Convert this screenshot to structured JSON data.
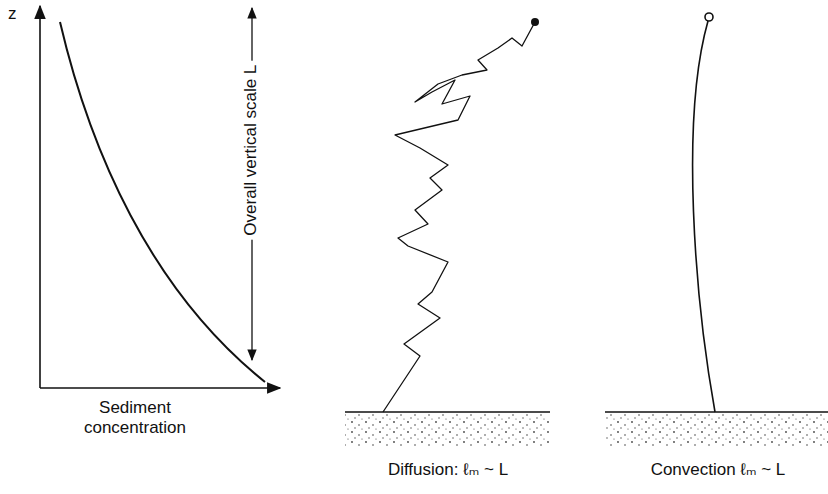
{
  "diagram": {
    "labels": [
      "z",
      "Overall vertical scale L",
      "Sediment concentration",
      "Diffusion: ℓₘ ~ L",
      "Convection ℓₘ ~ L"
    ]
  }
}
